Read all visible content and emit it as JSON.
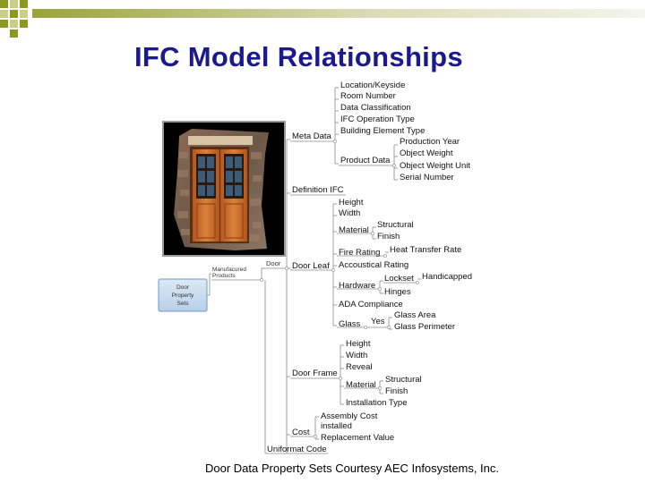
{
  "title": "IFC Model Relationships",
  "caption": "Door Data Property Sets Courtesy AEC Infosystems, Inc.",
  "nodes": {
    "root": "Door Property Sets",
    "manufactured": "Manufacured Products",
    "door": "Door",
    "meta_data": "Meta Data",
    "location_keyside": "Location/Keyside",
    "room_number": "Room Number",
    "data_classification": "Data Classification",
    "ifc_operation_type": "IFC Operation Type",
    "building_element_type": "Building Element Type",
    "product_data": "Product Data",
    "production_year": "Production Year",
    "object_weight": "Object Weight",
    "object_weight_unit": "Object Weight Unit",
    "serial_number": "Serial Number",
    "definition_ifc": "Definition IFC",
    "door_leaf": "Door Leaf",
    "leaf_height": "Height",
    "leaf_width": "Width",
    "leaf_material": "Material",
    "leaf_structural": "Structural",
    "leaf_finish": "Finish",
    "fire_rating": "Fire Rating",
    "heat_transfer_rate": "Heat Transfer Rate",
    "acoustical_rating": "Accoustical Rating",
    "hardware": "Hardware",
    "lockset": "Lockset",
    "handicapped": "Handicapped",
    "hinges": "Hinges",
    "ada_compliance": "ADA Compliance",
    "glass": "Glass",
    "yes": "Yes",
    "glass_area": "Glass Area",
    "glass_perimeter": "Glass Perimeter",
    "door_frame": "Door Frame",
    "frame_height": "Height",
    "frame_width": "Width",
    "reveal": "Reveal",
    "frame_material": "Material",
    "frame_structural": "Structural",
    "frame_finish": "Finish",
    "installation_type": "Installation Type",
    "cost": "Cost",
    "assembly_cost_installed": "Assembly Cost installed",
    "replacement_value": "Replacement Value",
    "uniformat_code": "Uniformat Code"
  },
  "colors": {
    "title": "#1a1a8c",
    "root_fill": "#c9dcef",
    "root_stroke": "#6f95c0",
    "connector": "#8a8a8a",
    "olive": "#8a9a1e"
  }
}
